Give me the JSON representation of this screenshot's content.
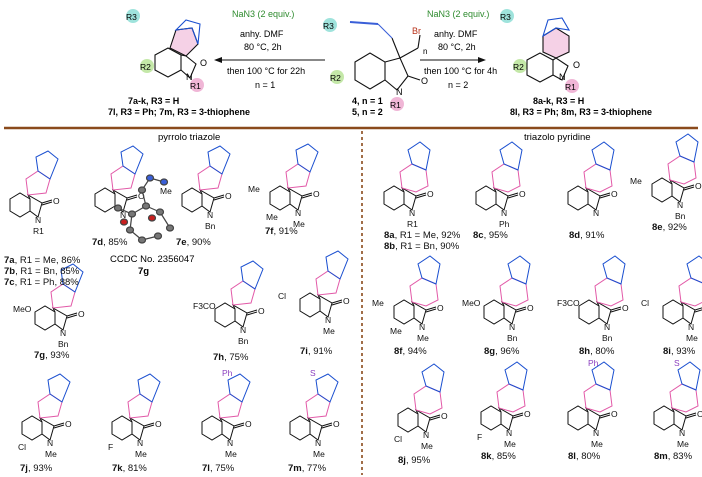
{
  "scheme": {
    "left_conditions": {
      "reagent": "NaN3 (2 equiv.)",
      "solvent": "anhy. DMF",
      "temp": "80 °C, 2h",
      "then": "then 100 °C for 22h",
      "n": "n = 1"
    },
    "right_conditions": {
      "reagent": "NaN3 (2 equiv.)",
      "solvent": "anhy. DMF",
      "temp": "80 °C, 2h",
      "then": "then 100 °C for 4h",
      "n": "n = 2"
    },
    "center_labels": [
      "4, n = 1",
      "5, n = 2"
    ],
    "left_product": {
      "line1": "7a-k, R3 = H",
      "line2": "7l, R3 = Ph; 7m, R3 = 3-thiophene"
    },
    "right_product": {
      "line1": "8a-k, R3 = H",
      "line2": "8l, R3 = Ph; 8m, R3 = 3-thiophene"
    },
    "section_left": "pyrrolo triazole",
    "section_right": "triazolo pyridine",
    "crystal_caption": "CCDC No. 2356047",
    "crystal_compound": "7g"
  },
  "compounds_7": [
    {
      "id": "7a",
      "sub": "R1 = Me, 86%"
    },
    {
      "id": "7b",
      "sub": "R1 = Bn, 85%"
    },
    {
      "id": "7c",
      "sub": "R1 = Ph, 88%"
    },
    {
      "id": "7d",
      "sub": "85%"
    },
    {
      "id": "7e",
      "sub": "90%"
    },
    {
      "id": "7f",
      "sub": "91%"
    },
    {
      "id": "7g",
      "sub": "93%"
    },
    {
      "id": "7h",
      "sub": "75%"
    },
    {
      "id": "7i",
      "sub": "91%"
    },
    {
      "id": "7j",
      "sub": "93%"
    },
    {
      "id": "7k",
      "sub": "81%"
    },
    {
      "id": "7l",
      "sub": "75%"
    },
    {
      "id": "7m",
      "sub": "77%"
    }
  ],
  "compounds_8": [
    {
      "id": "8a",
      "sub": "R1 = Me, 92%"
    },
    {
      "id": "8b",
      "sub": "R1 = Bn, 90%"
    },
    {
      "id": "8c",
      "sub": "95%"
    },
    {
      "id": "8d",
      "sub": "91%"
    },
    {
      "id": "8e",
      "sub": "92%"
    },
    {
      "id": "8f",
      "sub": "94%"
    },
    {
      "id": "8g",
      "sub": "96%"
    },
    {
      "id": "8h",
      "sub": "80%"
    },
    {
      "id": "8i",
      "sub": "93%"
    },
    {
      "id": "8j",
      "sub": "95%"
    },
    {
      "id": "8k",
      "sub": "85%"
    },
    {
      "id": "8l",
      "sub": "80%"
    },
    {
      "id": "8m",
      "sub": "83%"
    }
  ],
  "atoms": {
    "N": "N",
    "O": "O",
    "R1": "R1",
    "R2": "R2",
    "R3": "R3",
    "Br": "Br",
    "n": "n",
    "Me": "Me",
    "Bn": "Bn",
    "Ph": "Ph",
    "Cl": "Cl",
    "F": "F",
    "MeO": "MeO",
    "F3CO": "F3CO",
    "S": "S"
  },
  "colors": {
    "reagent_green": "#2e8b2e",
    "ring_pink": "#f0b6d6",
    "ring_teal": "#9fe3dc",
    "ring_green": "#c4e8a8",
    "bond": "#111111",
    "spiro_pink": "#e25aa8",
    "divider_brown": "#8a4a1c",
    "triazole_blue": "#1a4fd0",
    "alkyne_blue": "#3a5fd8",
    "allyl_purple": "#8a3fbf"
  }
}
